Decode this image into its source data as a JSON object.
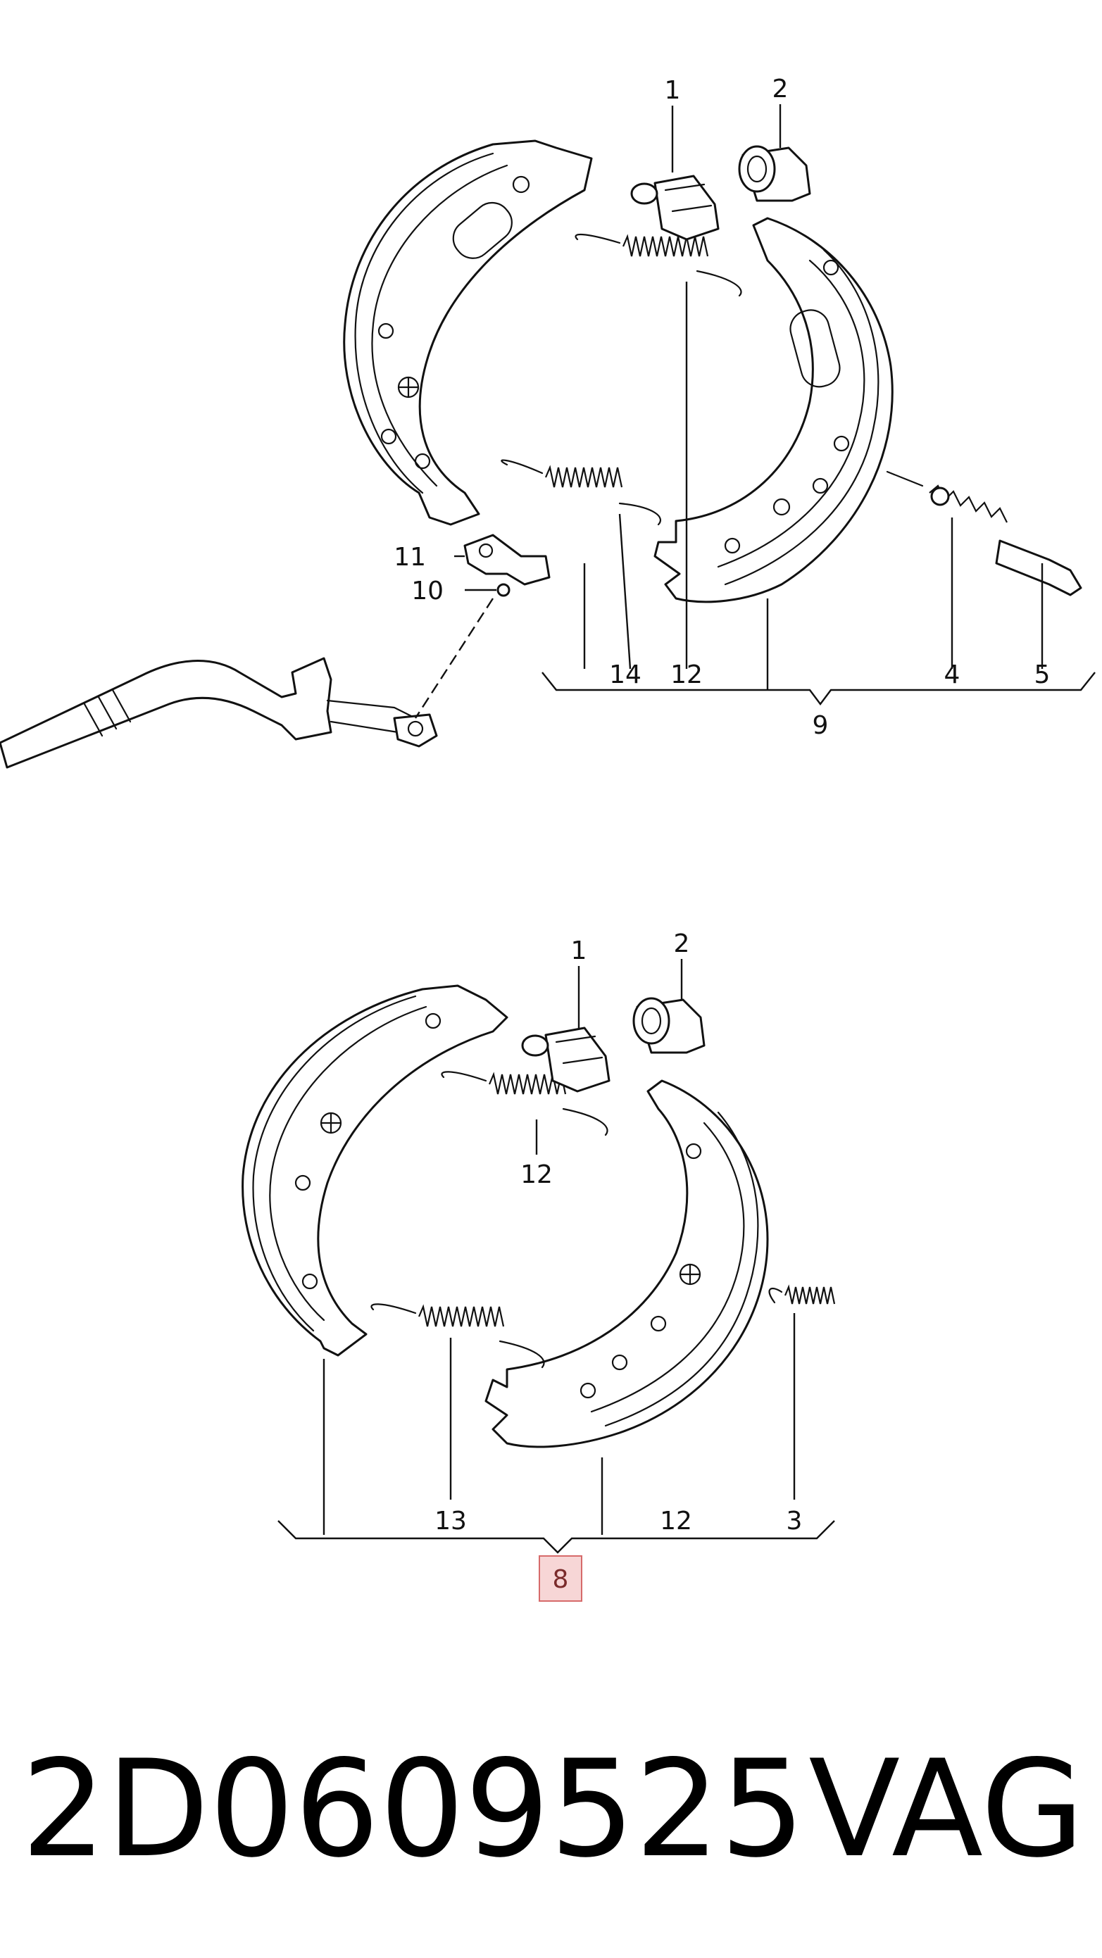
{
  "diagram": {
    "upper": {
      "callouts": [
        "1",
        "2",
        "11",
        "10",
        "14",
        "12",
        "4",
        "5",
        "9"
      ]
    },
    "lower": {
      "callouts": [
        "2",
        "1",
        "12",
        "13",
        "12",
        "3"
      ],
      "highlighted_callout": "8",
      "highlight_color": "#f7d6d6"
    }
  },
  "footer": {
    "part_number": "2D0609525",
    "brand": "VAG"
  }
}
